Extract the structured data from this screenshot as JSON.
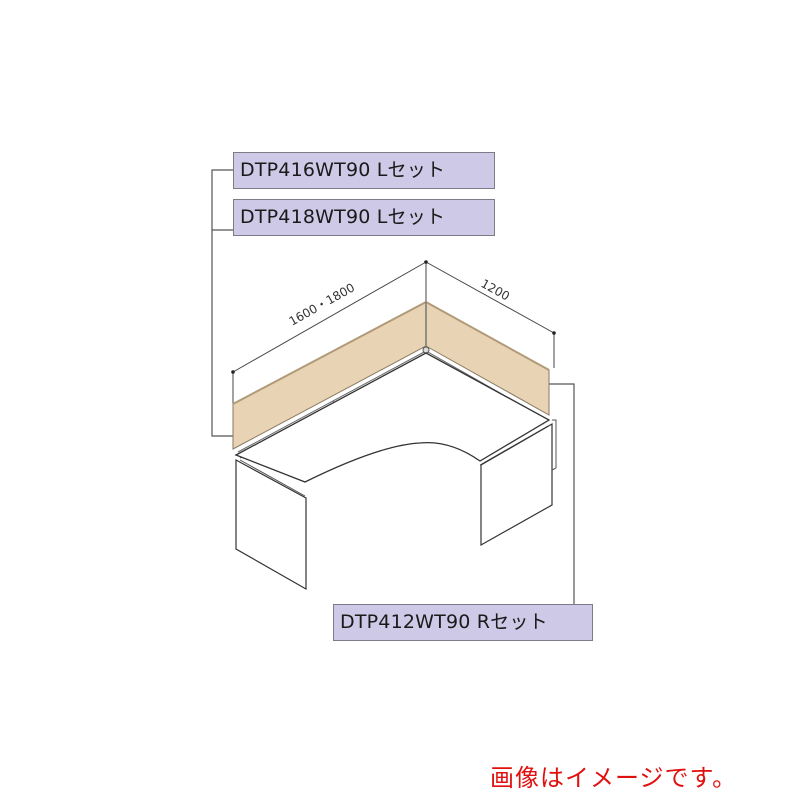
{
  "labels": {
    "set_1": "DTP416WT90 Lセット",
    "set_2": "DTP418WT90 Lセット",
    "set_3": "DTP412WT90 Rセット"
  },
  "dimensions": {
    "left_width": "1600・1800",
    "right_width": "1200"
  },
  "note": "画像はイメージです。",
  "colors": {
    "label_bg": "#cdc9e6",
    "label_border": "#7d7c86",
    "panel_fill": "#e8d4b4",
    "note_text": "#e0100f",
    "line": "#3a3a3a"
  }
}
